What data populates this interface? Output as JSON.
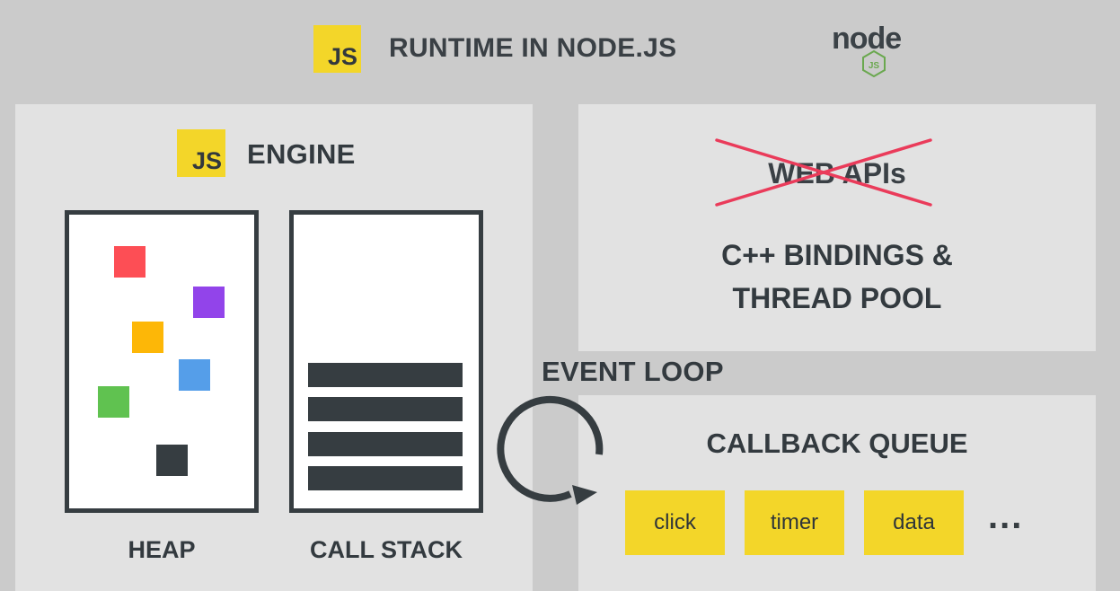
{
  "header": {
    "js_badge": "JS",
    "title": "RUNTIME IN NODE.JS",
    "logo_text": "node",
    "logo_badge": "JS"
  },
  "engine": {
    "js_badge": "JS",
    "title": "ENGINE",
    "heap_label": "HEAP",
    "call_stack_label": "CALL STACK",
    "heap_objects": [
      {
        "name": "red",
        "color": "#fd4e55"
      },
      {
        "name": "purple",
        "color": "#9244ea"
      },
      {
        "name": "orange",
        "color": "#fdb707"
      },
      {
        "name": "blue",
        "color": "#559ee9"
      },
      {
        "name": "green",
        "color": "#60c250"
      },
      {
        "name": "dark",
        "color": "#363d41"
      }
    ],
    "call_stack_frames": 4
  },
  "apis": {
    "crossed_out_label": "WEB APIs",
    "line1": "C++ BINDINGS &",
    "line2": "THREAD POOL"
  },
  "event_loop": {
    "label": "EVENT LOOP"
  },
  "callback_queue": {
    "title": "CALLBACK QUEUE",
    "items": [
      "click",
      "timer",
      "data"
    ],
    "more": "..."
  },
  "colors": {
    "accent_yellow": "#f3d629",
    "dark": "#363d41",
    "cross_red": "#ea3b5a",
    "panel": "#e2e2e2",
    "background": "#cbcbcb"
  }
}
